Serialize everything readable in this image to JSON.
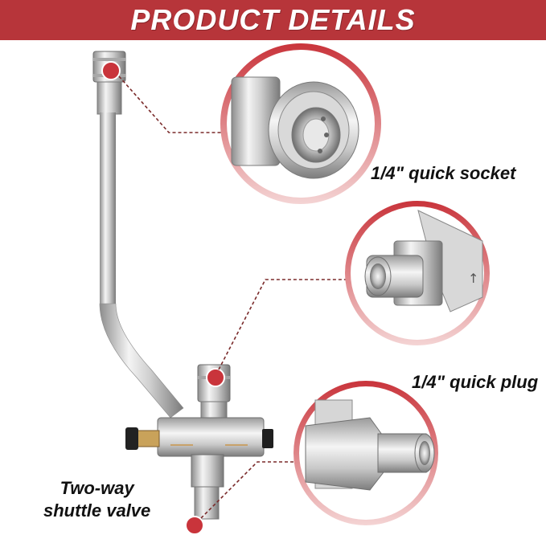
{
  "banner": {
    "title": "PRODUCT DETAILS"
  },
  "callouts": {
    "quick_socket": "1/4\" quick socket",
    "quick_plug": "1/4\" quick plug",
    "valve_line1": "Two-way",
    "valve_line2": "shuttle valve"
  },
  "colors": {
    "banner": "#b7353a",
    "accent_dot": "#c9343b",
    "ring_gradient_top": "#c9343b",
    "ring_gradient_bottom": "#f2d0d0",
    "metal_light": "#f2f2f2",
    "metal_dark": "#8a8a8a"
  }
}
